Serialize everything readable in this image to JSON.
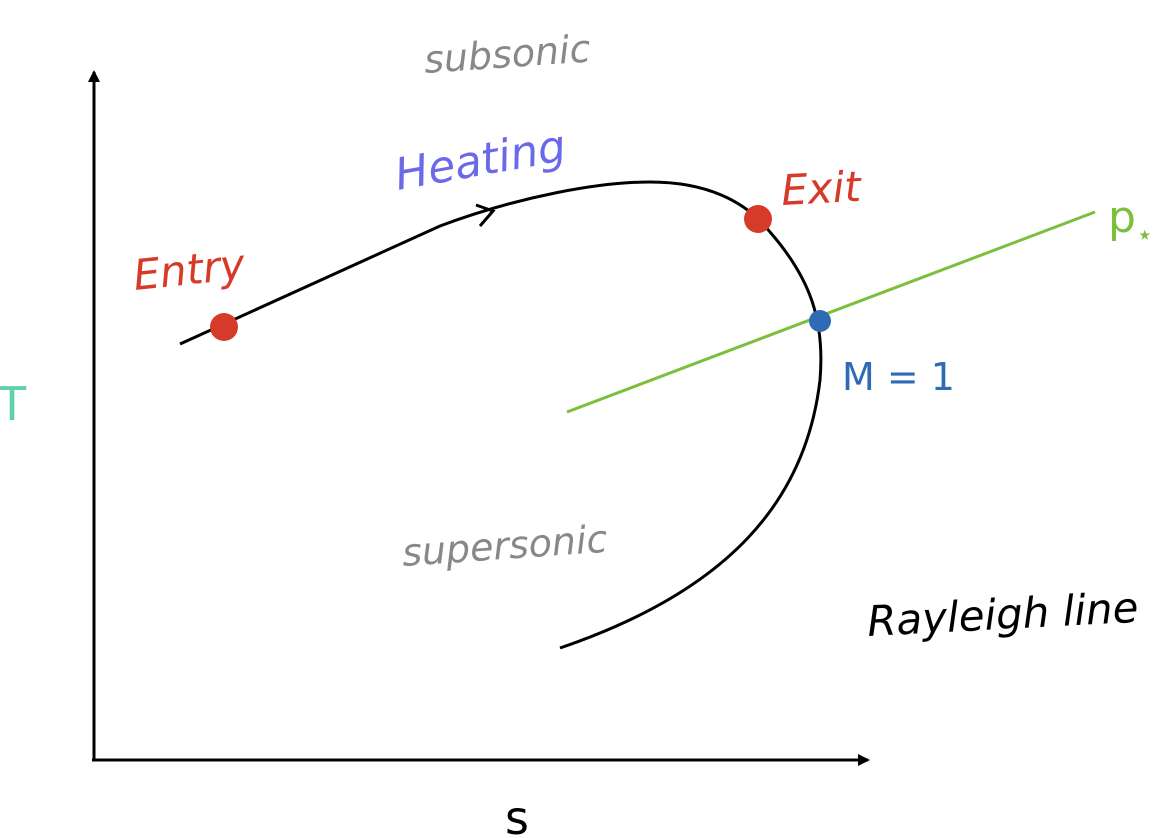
{
  "axes": {
    "y_label": "T",
    "x_label": "s"
  },
  "regions": {
    "upper_label": "subsonic",
    "lower_label": "supersonic"
  },
  "process": {
    "label": "Heating"
  },
  "points": {
    "entry_label": "Entry",
    "exit_label": "Exit",
    "sonic_label": "M = 1"
  },
  "pressure_line": {
    "label_base": "p",
    "label_subscript": "⋆"
  },
  "curve": {
    "label": "Rayleigh line"
  },
  "colors": {
    "axis": "#000000",
    "curve": "#000000",
    "axis_label": "#5ed3a8",
    "region_label": "#888888",
    "heating": "#6a6ae8",
    "point": "#d63b2a",
    "sonic": "#2f6bb5",
    "pressure": "#7cbf3a"
  }
}
